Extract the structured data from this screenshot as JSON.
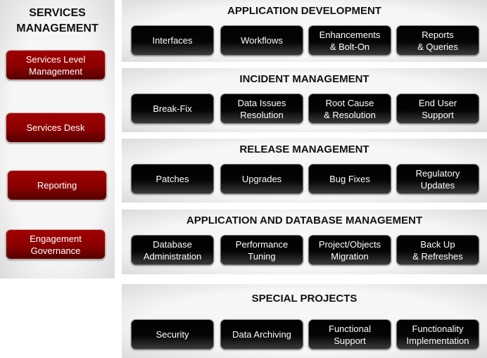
{
  "left": {
    "title": "SERVICES\nMANAGEMENT",
    "items": [
      "Services Level\nManagement",
      "Services Desk",
      "Reporting",
      "Engagement\nGovernance"
    ]
  },
  "sections": [
    {
      "title": "APPLICATION DEVELOPMENT",
      "items": [
        "Interfaces",
        "Workflows",
        "Enhancements\n& Bolt-On",
        "Reports\n& Queries"
      ]
    },
    {
      "title": "INCIDENT MANAGEMENT",
      "items": [
        "Break-Fix",
        "Data Issues\nResolution",
        "Root Cause\n& Resolution",
        "End User\nSupport"
      ]
    },
    {
      "title": "RELEASE MANAGEMENT",
      "items": [
        "Patches",
        "Upgrades",
        "Bug Fixes",
        "Regulatory\nUpdates"
      ]
    },
    {
      "title": "APPLICATION AND DATABASE MANAGEMENT",
      "items": [
        "Database\nAdministration",
        "Performance\nTuning",
        "Project/Objects\nMigration",
        "Back Up\n& Refreshes"
      ]
    },
    {
      "title": "SPECIAL PROJECTS",
      "items": [
        "Security",
        "Data Archiving",
        "Functional\nSupport",
        "Functionality\nImplementation"
      ]
    }
  ]
}
